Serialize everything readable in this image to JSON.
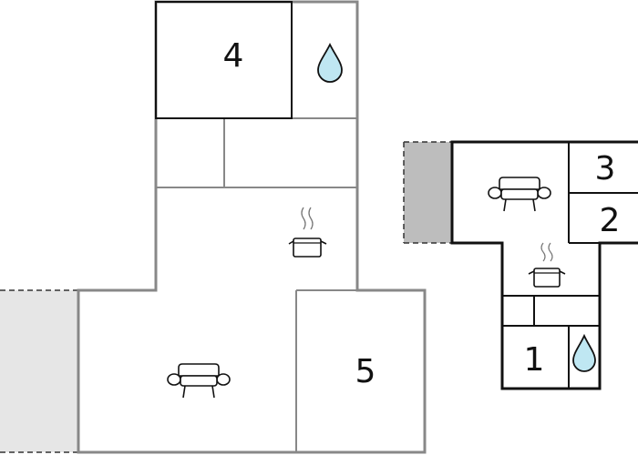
{
  "plan": {
    "colors": {
      "wall_left": "#888888",
      "wall_right": "#111111",
      "terrace_light": "#e6e6e6",
      "terrace_dark": "#bdbdbd",
      "water": "#bfe7f2"
    },
    "room_labels": {
      "left_top": "4",
      "left_bottom": "5",
      "right_top": "3",
      "right_mid": "2",
      "right_bottom": "1"
    },
    "icons": [
      "water-drop-icon",
      "cooking-pot-icon",
      "sofa-icon"
    ]
  }
}
